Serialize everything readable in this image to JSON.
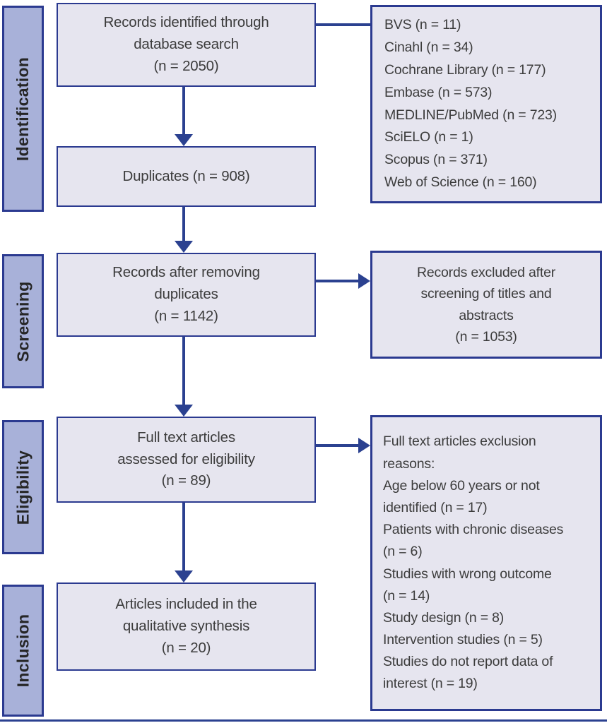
{
  "diagram_type": "prisma-flow-diagram",
  "sidebar": {
    "items": [
      {
        "id": "identification",
        "label": "Identification"
      },
      {
        "id": "screening",
        "label": "Screening"
      },
      {
        "id": "eligibility",
        "label": "Eligibility"
      },
      {
        "id": "inclusion",
        "label": "Inclusion"
      }
    ]
  },
  "flow_boxes": {
    "records_identified": {
      "n": 2050,
      "lines": [
        "Records identified through",
        "database search",
        "(n = 2050)"
      ]
    },
    "duplicates": {
      "n": 908,
      "lines": [
        "Duplicates (n = 908)"
      ]
    },
    "records_after_removing_duplicates": {
      "n": 1142,
      "lines": [
        "Records after removing",
        "duplicates",
        "(n = 1142)"
      ]
    },
    "full_text_assessed": {
      "n": 89,
      "lines": [
        "Full text articles",
        "assessed for eligibility",
        "(n = 89)"
      ]
    },
    "articles_included": {
      "n": 20,
      "lines": [
        "Articles included in the",
        "qualitative synthesis",
        "(n = 20)"
      ]
    }
  },
  "side_boxes": {
    "database_counts": {
      "lines": [
        "BVS (n = 11)",
        "Cinahl (n = 34)",
        "Cochrane Library (n = 177)",
        "Embase (n = 573)",
        "MEDLINE/PubMed (n = 723)",
        "SciELO (n = 1)",
        "Scopus (n = 371)",
        "Web of Science (n = 160)"
      ]
    },
    "records_excluded": {
      "n": 1053,
      "lines": [
        "Records excluded after",
        "screening of titles and",
        "abstracts",
        "(n = 1053)"
      ]
    },
    "exclusion_reasons": {
      "lines": [
        "Full text articles exclusion",
        "reasons:",
        "Age below 60 years or not",
        "identified (n = 17)",
        "Patients with chronic diseases",
        "(n = 6)",
        "Studies with wrong outcome",
        "(n = 14)",
        "Study design (n = 8)",
        "Intervention studies (n = 5)",
        "Studies do not report data of",
        "interest (n = 19)"
      ]
    }
  },
  "colors": {
    "sidebar_fill": "#a8b1d9",
    "box_fill": "#e6e5ef",
    "border_navy": "#2b3a90",
    "arrow_navy": "#2b4190",
    "text_dark": "#3c3c3c"
  }
}
